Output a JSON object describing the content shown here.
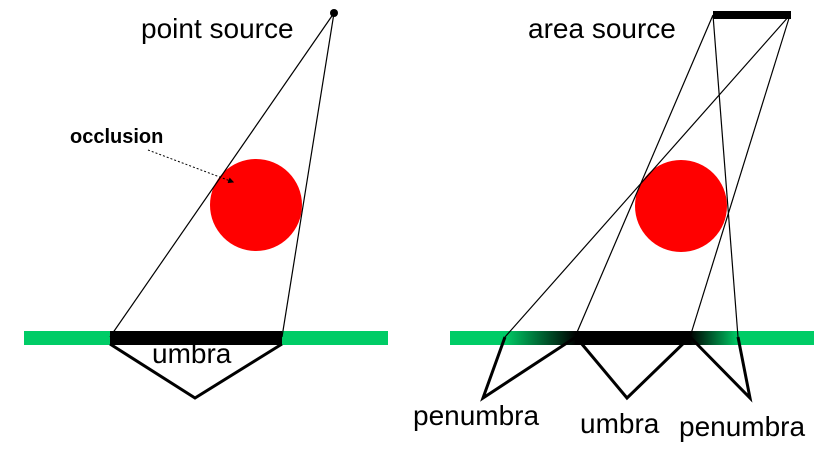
{
  "left_panel": {
    "source_label": "point source",
    "occlusion_label": "occlusion",
    "shadow_label": "umbra"
  },
  "right_panel": {
    "source_label": "area source",
    "shadow_labels": {
      "left": "penumbra",
      "center": "umbra",
      "right": "penumbra"
    }
  },
  "colors": {
    "ground": "#00cc66",
    "occluder": "#ff0000",
    "shadow": "#000000",
    "source": "#000000"
  }
}
